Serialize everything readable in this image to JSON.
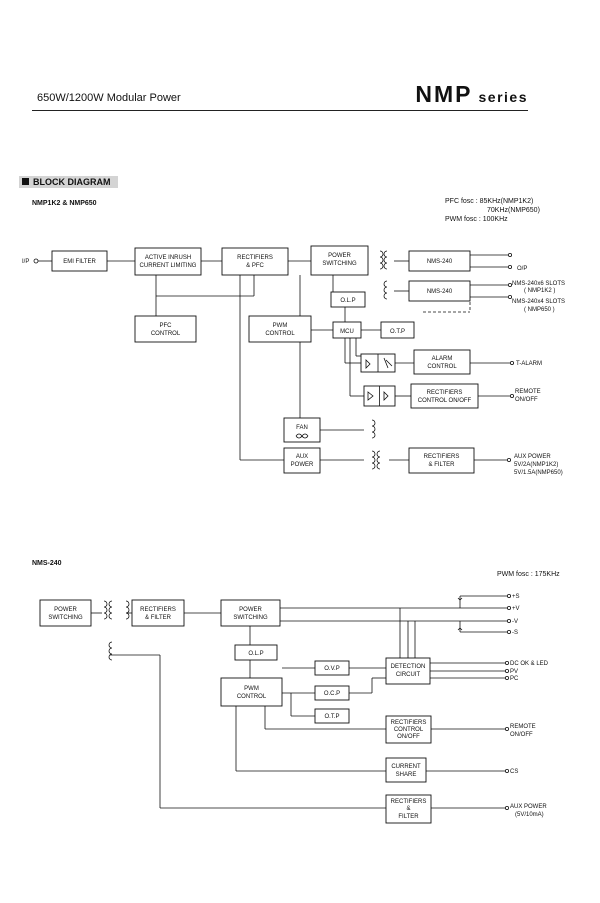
{
  "header": {
    "left_title": "650W/1200W Modular Power",
    "series_name": "NMP",
    "series_word": "series"
  },
  "section_title": "BLOCK DIAGRAM",
  "diagram1": {
    "subtitle": "NMP1K2 & NMP650",
    "note": {
      "line1": "PFC fosc :  85KHz(NMP1K2)",
      "line2": "70KHz(NMP650)",
      "line3": "PWM fosc : 100KHz"
    },
    "blocks": {
      "emi": "EMI FILTER",
      "inrush_1": "ACTIVE INRUSH",
      "inrush_2": "CURRENT LIMITING",
      "rect_1": "RECTIFIERS",
      "rect_2": "& PFC",
      "psw_1": "POWER",
      "psw_2": "SWITCHING",
      "nms1": "NMS-240",
      "nms2": "NMS-240",
      "olp": "O.L.P",
      "pfc_1": "PFC",
      "pfc_2": "CONTROL",
      "pwm_1": "PWM",
      "pwm_2": "CONTROL",
      "mcu": "MCU",
      "otp": "O.T.P",
      "alarm_1": "ALARM",
      "alarm_2": "CONTROL",
      "rcon_1": "RECTIFIERS",
      "rcon_2": "CONTROL ON/OFF",
      "fan": "FAN",
      "aux_1": "AUX",
      "aux_2": "POWER",
      "rf_1": "RECTIFIERS",
      "rf_2": "& FILTER"
    },
    "labels": {
      "ip": "I/P",
      "op": "O/P",
      "slots_a_1": "NMS-240x6 SLOTS",
      "slots_a_2": "( NMP1K2 )",
      "slots_b_1": "NMS-240x4 SLOTS",
      "slots_b_2": "( NMP650 )",
      "talarm": "T-ALARM",
      "remote_1": "REMOTE",
      "remote_2": "ON/OFF",
      "auxp_1": "AUX POWER",
      "auxp_2": "5V/2A(NMP1K2)",
      "auxp_3": "5V/1.5A(NMP650)"
    }
  },
  "diagram2": {
    "subtitle": "NMS-240",
    "note": "PWM fosc : 175KHz",
    "blocks": {
      "psw_1": "POWER",
      "psw_2": "SWITCHING",
      "rf_1": "RECTIFIERS",
      "rf_2": "& FILTER",
      "psw2_1": "POWER",
      "psw2_2": "SWITCHING",
      "olp": "O.L.P",
      "pwm_1": "PWM",
      "pwm_2": "CONTROL",
      "ovp": "O.V.P",
      "ocp": "O.C.P",
      "otp": "O.T.P",
      "det_1": "DETECTION",
      "det_2": "CIRCUIT",
      "rcon_1": "RECTIFIERS",
      "rcon_2": "CONTROL",
      "rcon_3": "ON/OFF",
      "cs_1": "CURRENT",
      "cs_2": "SHARE",
      "rf3_1": "RECTIFIERS",
      "rf3_2": "&",
      "rf3_3": "FILTER"
    },
    "labels": {
      "ps": "+S",
      "pv": "+V",
      "mv": "-V",
      "ms": "-S",
      "dcok": "DC OK & LED",
      "pvl": "PV",
      "pcl": "PC",
      "remote_1": "REMOTE",
      "remote_2": "ON/OFF",
      "cs": "CS",
      "aux_1": "AUX POWER",
      "aux_2": "(5V/10mA)"
    }
  }
}
